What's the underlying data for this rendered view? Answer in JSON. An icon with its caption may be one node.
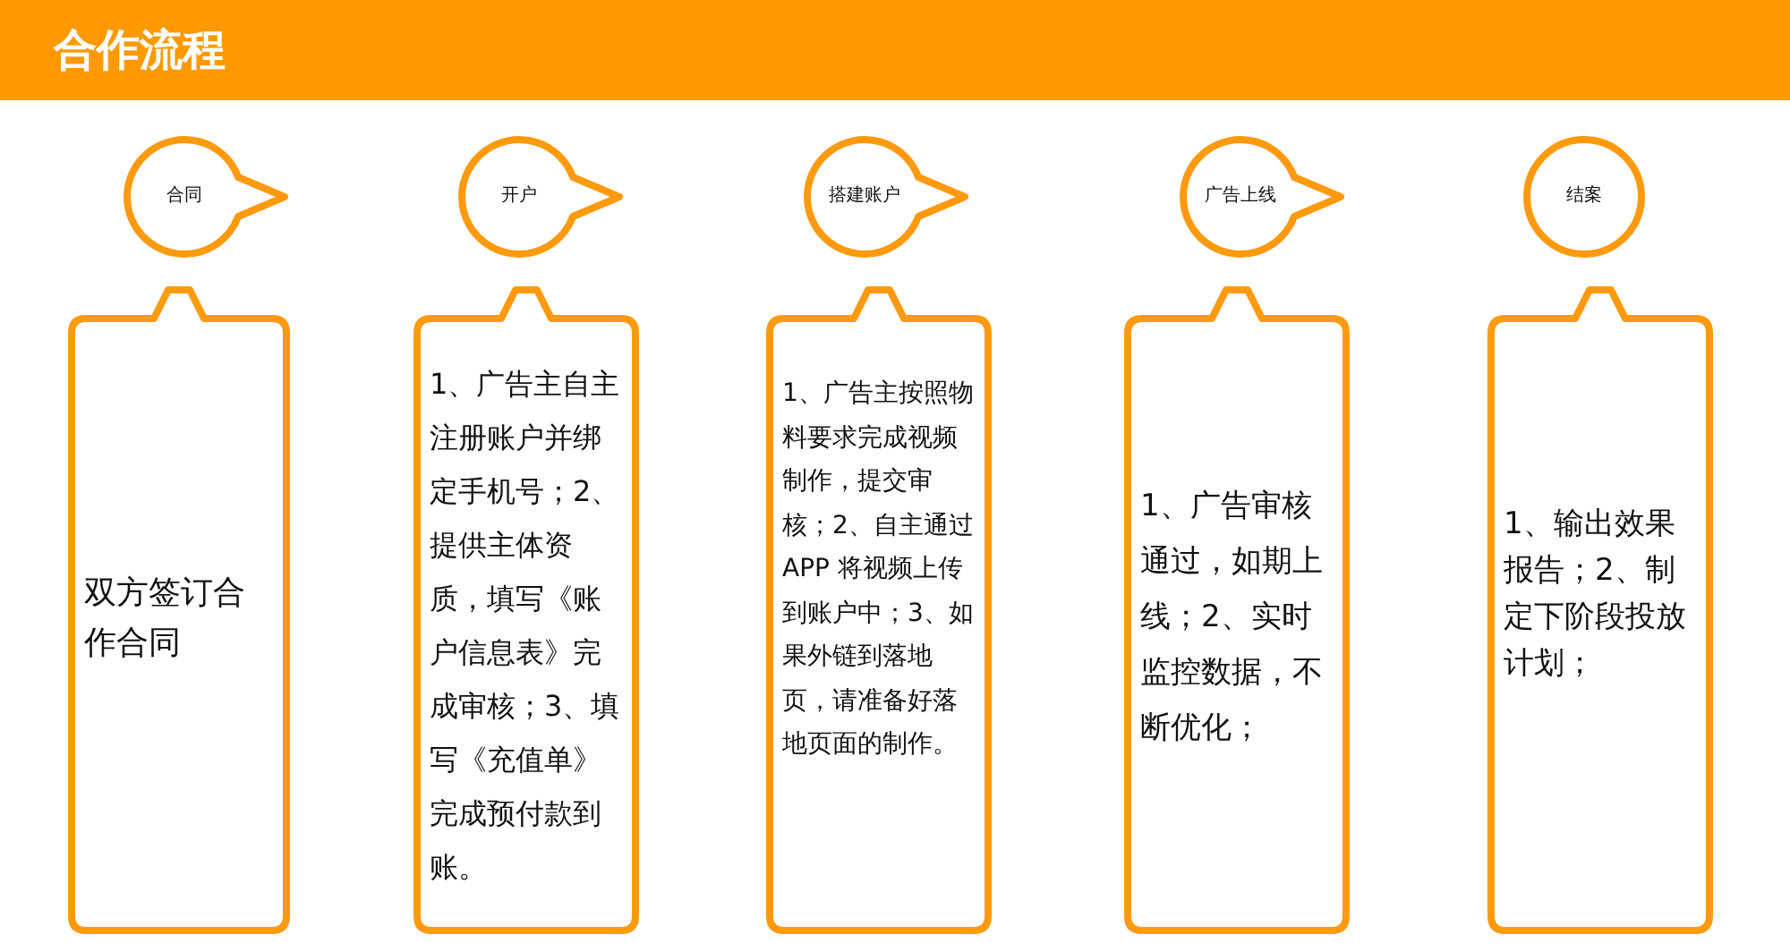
{
  "diagram": {
    "title": "合作流程",
    "nodes": [
      {
        "text": [
          "合同"
        ]
      },
      {
        "text": [
          "开户"
        ]
      },
      {
        "text": [
          "搭建账户"
        ]
      },
      {
        "text": [
          "广告上线"
        ]
      },
      {
        "text": [
          "结案"
        ]
      },
      {
        "text": [
          "双方签订合作合同"
        ]
      },
      {
        "text": [
          "1、广告主自主注册账户并绑定手机号；2、提供主体资质，填写《账户信息表》完成审核；3、填写《充值单》完成预付款到账。"
        ]
      },
      {
        "text": [
          "1、广告主按照物料要求完成视频制作，提交审核；2、自主通过 APP 将视频上传到账户中；3、如果外链到落地页，请准备好落地页面的制作。"
        ]
      },
      {
        "text": [
          "1、广告审核通过，如期上线；2、实时监控数据，不断优化；"
        ]
      },
      {
        "text": [
          "1、输出效果报告；2、制定下阶段投放计划；"
        ]
      }
    ],
    "edges": []
  }
}
